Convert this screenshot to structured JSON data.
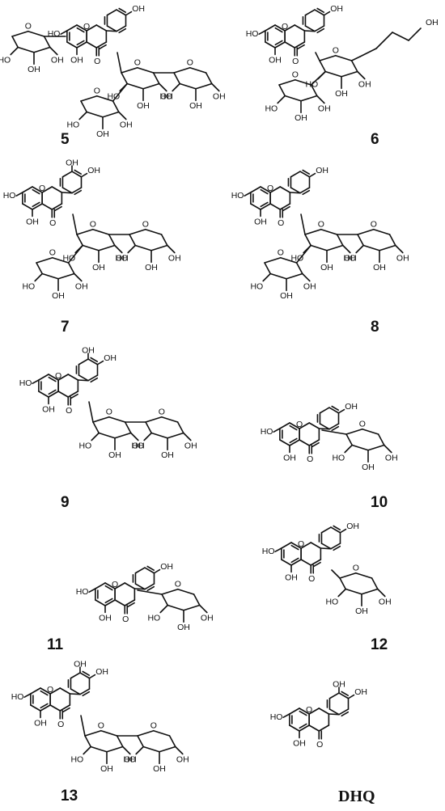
{
  "labels": {
    "oh": "OH",
    "ho": "HO",
    "o": "O",
    "oo": "OO"
  },
  "compounds": [
    {
      "id": "5"
    },
    {
      "id": "6"
    },
    {
      "id": "7"
    },
    {
      "id": "8"
    },
    {
      "id": "9"
    },
    {
      "id": "10"
    },
    {
      "id": "11"
    },
    {
      "id": "12"
    },
    {
      "id": "13"
    },
    {
      "id": "DHQ"
    }
  ]
}
